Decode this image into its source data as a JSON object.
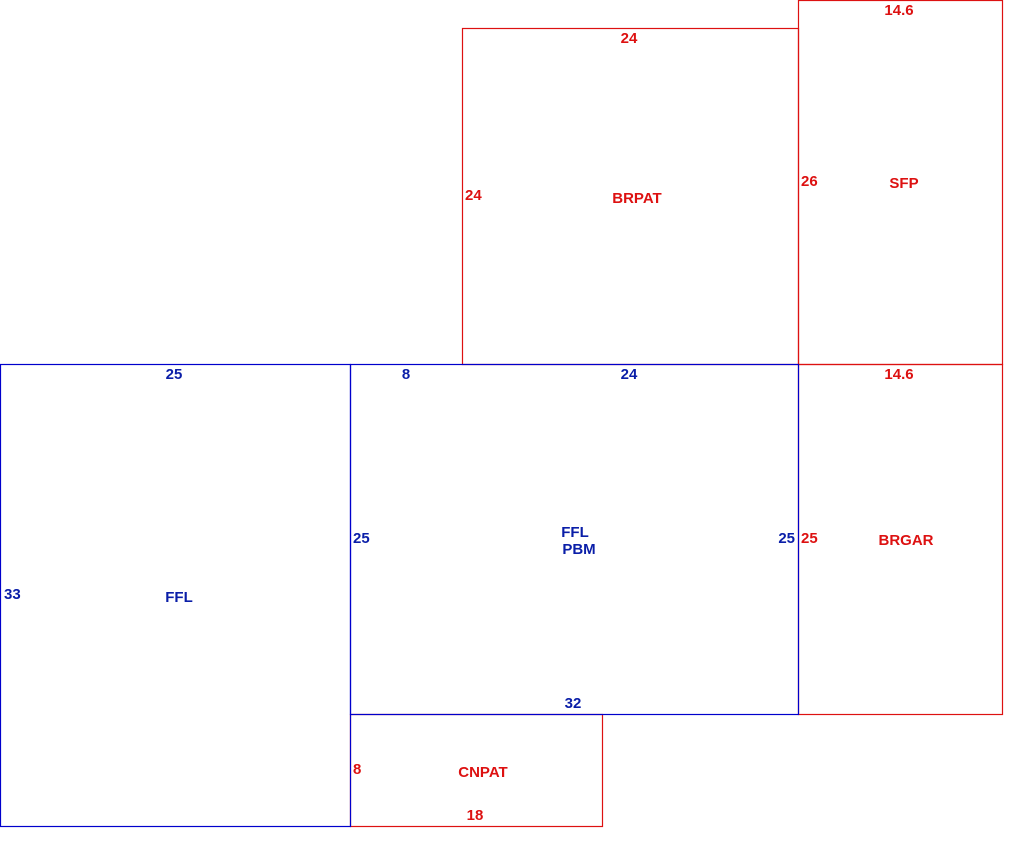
{
  "colors": {
    "living_area": "#0000cc",
    "other_area": "#dd1111"
  },
  "areas": {
    "ffl_left": {
      "label": "FFL",
      "top": "25",
      "left": "33"
    },
    "ffl_pbm": {
      "label_line1": "FFL",
      "label_line2": "PBM",
      "top_a": "8",
      "top_b": "24",
      "left": "25",
      "right": "25",
      "bottom": "32"
    },
    "brpat": {
      "label": "BRPAT",
      "top": "24",
      "left": "24"
    },
    "sfp": {
      "label": "SFP",
      "top": "14.6",
      "left": "26"
    },
    "brgar": {
      "label": "BRGAR",
      "top": "14.6",
      "left": "25"
    },
    "cnpat": {
      "label": "CNPAT",
      "left": "8",
      "bottom": "18"
    }
  }
}
